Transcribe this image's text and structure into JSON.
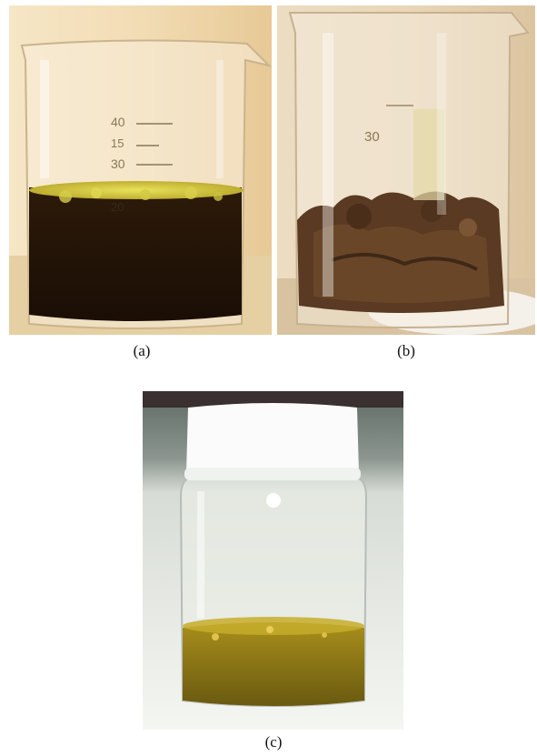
{
  "figure": {
    "panels": [
      {
        "caption": "(a)",
        "beaker_marks": [
          "40",
          "15",
          "30",
          "20"
        ],
        "content": "dark liquid with yellow-green oily layer"
      },
      {
        "caption": "(b)",
        "beaker_marks": [
          "30"
        ],
        "content": "brown solid residue"
      },
      {
        "caption": "(c)",
        "content": "vial with white cap containing yellow-green oil"
      }
    ],
    "colors": {
      "dark_liquid": "#241407",
      "oil_layer": "#c9c33a",
      "residue": "#5a3a22",
      "vial_oil": "#7f6a12",
      "wall_a": "#f2dcb4",
      "wall_b": "#e9d6b8"
    }
  }
}
